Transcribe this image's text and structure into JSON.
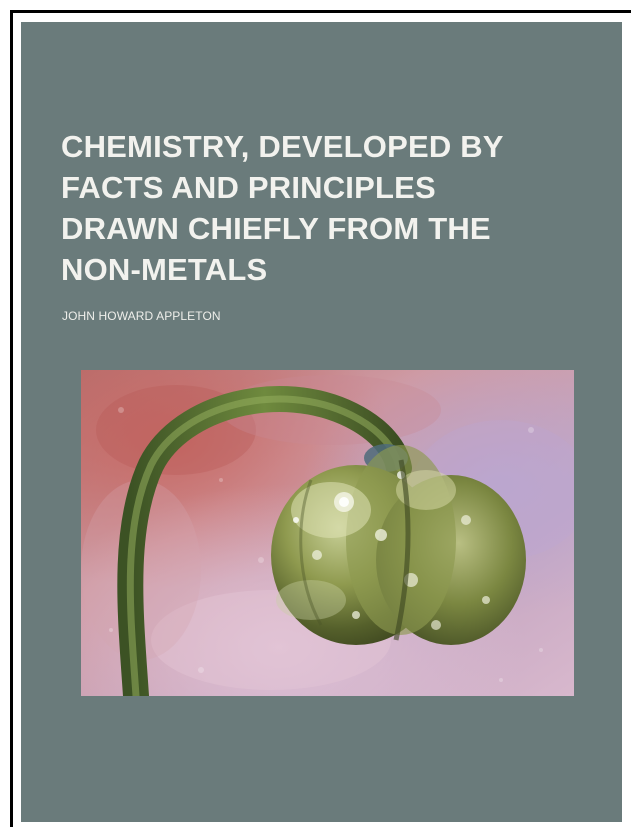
{
  "cover": {
    "title": "CHEMISTRY, DEVELOPED BY\nFACTS AND PRINCIPLES\nDRAWN CHIEFLY FROM THE\nNON-METALS",
    "author": "JOHN HOWARD APPLETON",
    "background_color": "#6a7b7b",
    "text_color": "#f2f2ee",
    "artwork_subject": "flower-bud-painting"
  }
}
